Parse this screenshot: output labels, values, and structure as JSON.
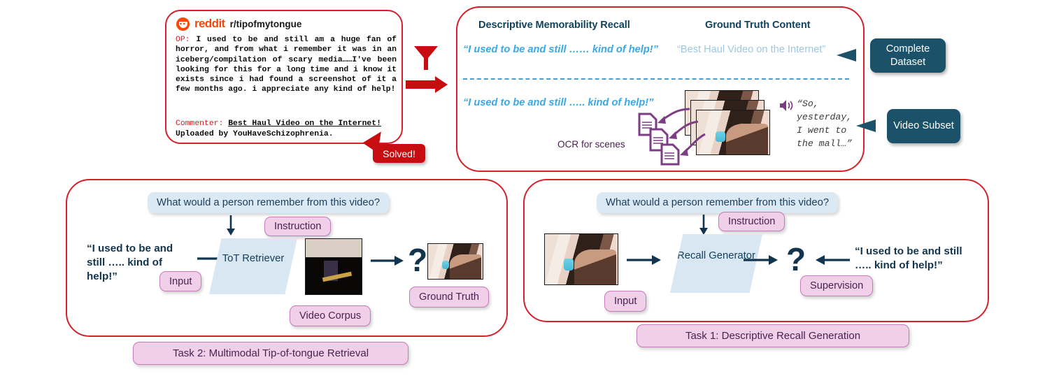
{
  "reddit": {
    "logo_word": "reddit",
    "subreddit": "r/tipofmytongue",
    "op_tag": "OP:",
    "op_text": "I used to be and still am a huge fan of horror, and from what i remember it was in an iceberg/compilation of scary media……I've been looking for this for a long time and i know it exists since i had found a screenshot of it a few months ago. i appreciate any kind of help!",
    "commenter_tag": "Commenter:",
    "commenter_link": "Best Haul Video on the Internet!",
    "commenter_rest": " Uploaded by YouHaveSchizophrenia.",
    "solved_label": "Solved!"
  },
  "dataset": {
    "col_recall": "Descriptive Memorability Recall",
    "col_ground_truth": "Ground Truth Content",
    "row1_recall": "“I used to be and still …… kind of help!”",
    "row1_ground_truth": "“Best Haul Video on the Internet”",
    "row2_recall": "“I used to be and still ….. kind of help!”",
    "ocr_label": "OCR for scenes",
    "audio_quote": "“So, yesterday, I went to the mall…”",
    "callout_complete": "Complete Dataset",
    "callout_subset": "Video Subset"
  },
  "task2": {
    "instruction_text": "What would a person remember from this video?",
    "instruction_tag": "Instruction",
    "query_quote": "“I used to be and still ….. kind of help!”",
    "input_tag": "Input",
    "module_label": "ToT Retriever",
    "corpus_tag": "Video Corpus",
    "question_mark": "?",
    "ground_truth_tag": "Ground Truth",
    "task_label": "Task 2: Multimodal Tip-of-tongue Retrieval"
  },
  "task1": {
    "instruction_text": "What would a person remember from this video?",
    "instruction_tag": "Instruction",
    "input_tag": "Input",
    "module_label": "Recall Generator",
    "question_mark": "?",
    "supervision_quote": "“I used to be and still ….. kind of help!”",
    "supervision_tag": "Supervision",
    "task_label": "Task 1: Descriptive Recall Generation"
  },
  "colors": {
    "panel_red": "#d4202a",
    "reddit_orange": "#ff4500",
    "recall_blue": "#3aa8e8",
    "ground_truth_blue": "#9ec8e2",
    "header_navy": "#12435c",
    "callout_teal": "#1b5169",
    "pink_fill": "#f0cfe8",
    "pink_border": "#c77ab8",
    "instruction_fill": "#dbe9f4",
    "parallelogram_fill": "#d9e7f2",
    "purple": "#7d3c84"
  }
}
